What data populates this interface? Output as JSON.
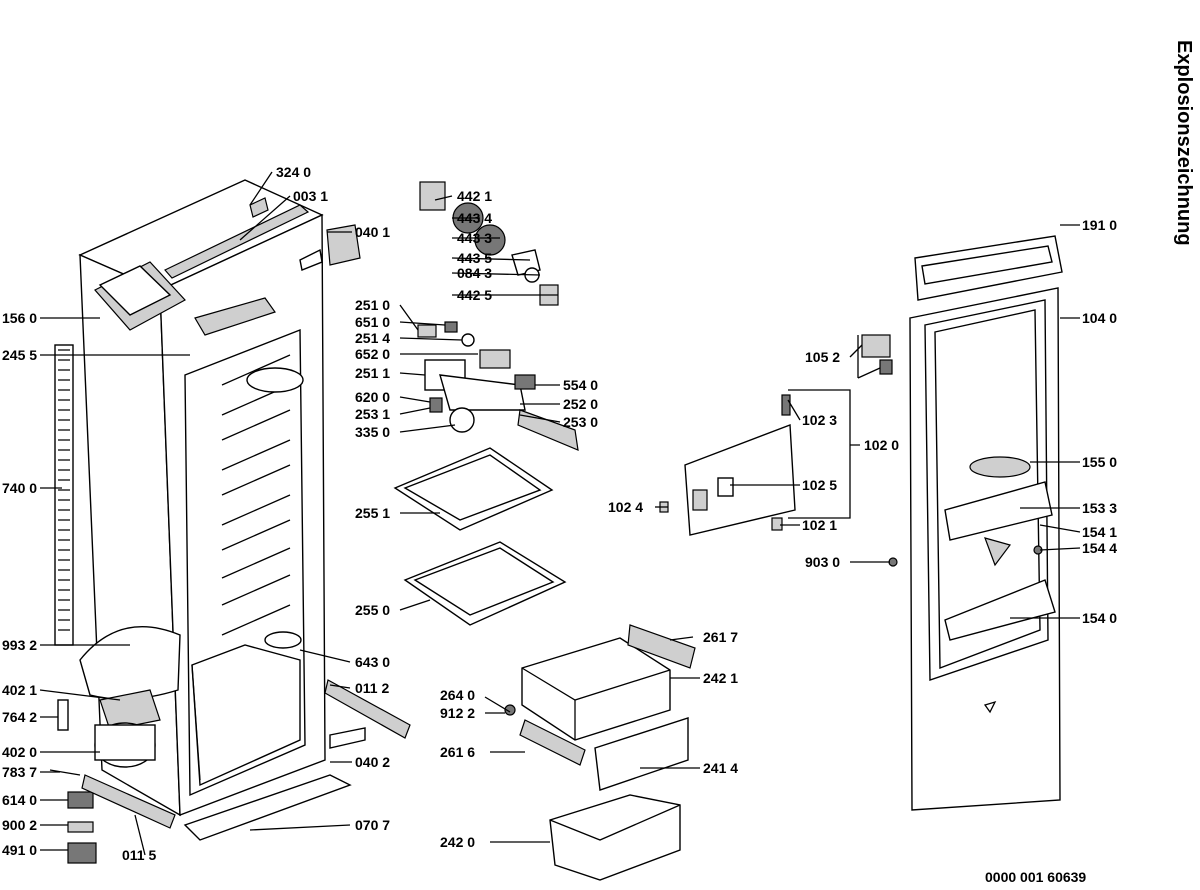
{
  "title": "Explosionszeichnung",
  "document_number": "0000 001 60639",
  "labels": [
    {
      "id": "l3240",
      "text": "324 0"
    },
    {
      "id": "l0031",
      "text": "003 1"
    },
    {
      "id": "l0401",
      "text": "040 1"
    },
    {
      "id": "l1560",
      "text": "156 0"
    },
    {
      "id": "l2455",
      "text": "245 5"
    },
    {
      "id": "l7400",
      "text": "740 0"
    },
    {
      "id": "l9932",
      "text": "993 2"
    },
    {
      "id": "l4021",
      "text": "402 1"
    },
    {
      "id": "l7642",
      "text": "764 2"
    },
    {
      "id": "l4020",
      "text": "402 0"
    },
    {
      "id": "l7837",
      "text": "783 7"
    },
    {
      "id": "l6140",
      "text": "614 0"
    },
    {
      "id": "l9002",
      "text": "900 2"
    },
    {
      "id": "l4910",
      "text": "491 0"
    },
    {
      "id": "l0115",
      "text": "011 5"
    },
    {
      "id": "l0707",
      "text": "070 7"
    },
    {
      "id": "l0402",
      "text": "040 2"
    },
    {
      "id": "l0112",
      "text": "011 2"
    },
    {
      "id": "l6430",
      "text": "643 0"
    },
    {
      "id": "l4421",
      "text": "442 1"
    },
    {
      "id": "l4434",
      "text": "443 4"
    },
    {
      "id": "l4433",
      "text": "443 3"
    },
    {
      "id": "l4435",
      "text": "443 5"
    },
    {
      "id": "l0843",
      "text": "084 3"
    },
    {
      "id": "l4425",
      "text": "442 5"
    },
    {
      "id": "l2510",
      "text": "251 0"
    },
    {
      "id": "l6510",
      "text": "651 0"
    },
    {
      "id": "l2514",
      "text": "251 4"
    },
    {
      "id": "l6520",
      "text": "652 0"
    },
    {
      "id": "l2511",
      "text": "251 1"
    },
    {
      "id": "l6200",
      "text": "620 0"
    },
    {
      "id": "l2531",
      "text": "253 1"
    },
    {
      "id": "l3350",
      "text": "335 0"
    },
    {
      "id": "l5540",
      "text": "554 0"
    },
    {
      "id": "l2520",
      "text": "252 0"
    },
    {
      "id": "l2530",
      "text": "253 0"
    },
    {
      "id": "l2551",
      "text": "255 1"
    },
    {
      "id": "l2550",
      "text": "255 0"
    },
    {
      "id": "l2617",
      "text": "261 7"
    },
    {
      "id": "l2421",
      "text": "242 1"
    },
    {
      "id": "l2640",
      "text": "264 0"
    },
    {
      "id": "l9122",
      "text": "912 2"
    },
    {
      "id": "l2616",
      "text": "261 6"
    },
    {
      "id": "l2414",
      "text": "241 4"
    },
    {
      "id": "l2420",
      "text": "242 0"
    },
    {
      "id": "l1052",
      "text": "105 2"
    },
    {
      "id": "l1023",
      "text": "102 3"
    },
    {
      "id": "l1020",
      "text": "102 0"
    },
    {
      "id": "l1025",
      "text": "102 5"
    },
    {
      "id": "l1024",
      "text": "102 4"
    },
    {
      "id": "l1021",
      "text": "102 1"
    },
    {
      "id": "l9030",
      "text": "903 0"
    },
    {
      "id": "l1910",
      "text": "191 0"
    },
    {
      "id": "l1040",
      "text": "104 0"
    },
    {
      "id": "l1550",
      "text": "155 0"
    },
    {
      "id": "l1533",
      "text": "153 3"
    },
    {
      "id": "l1541",
      "text": "154 1"
    },
    {
      "id": "l1544",
      "text": "154 4"
    },
    {
      "id": "l1540",
      "text": "154 0"
    }
  ]
}
